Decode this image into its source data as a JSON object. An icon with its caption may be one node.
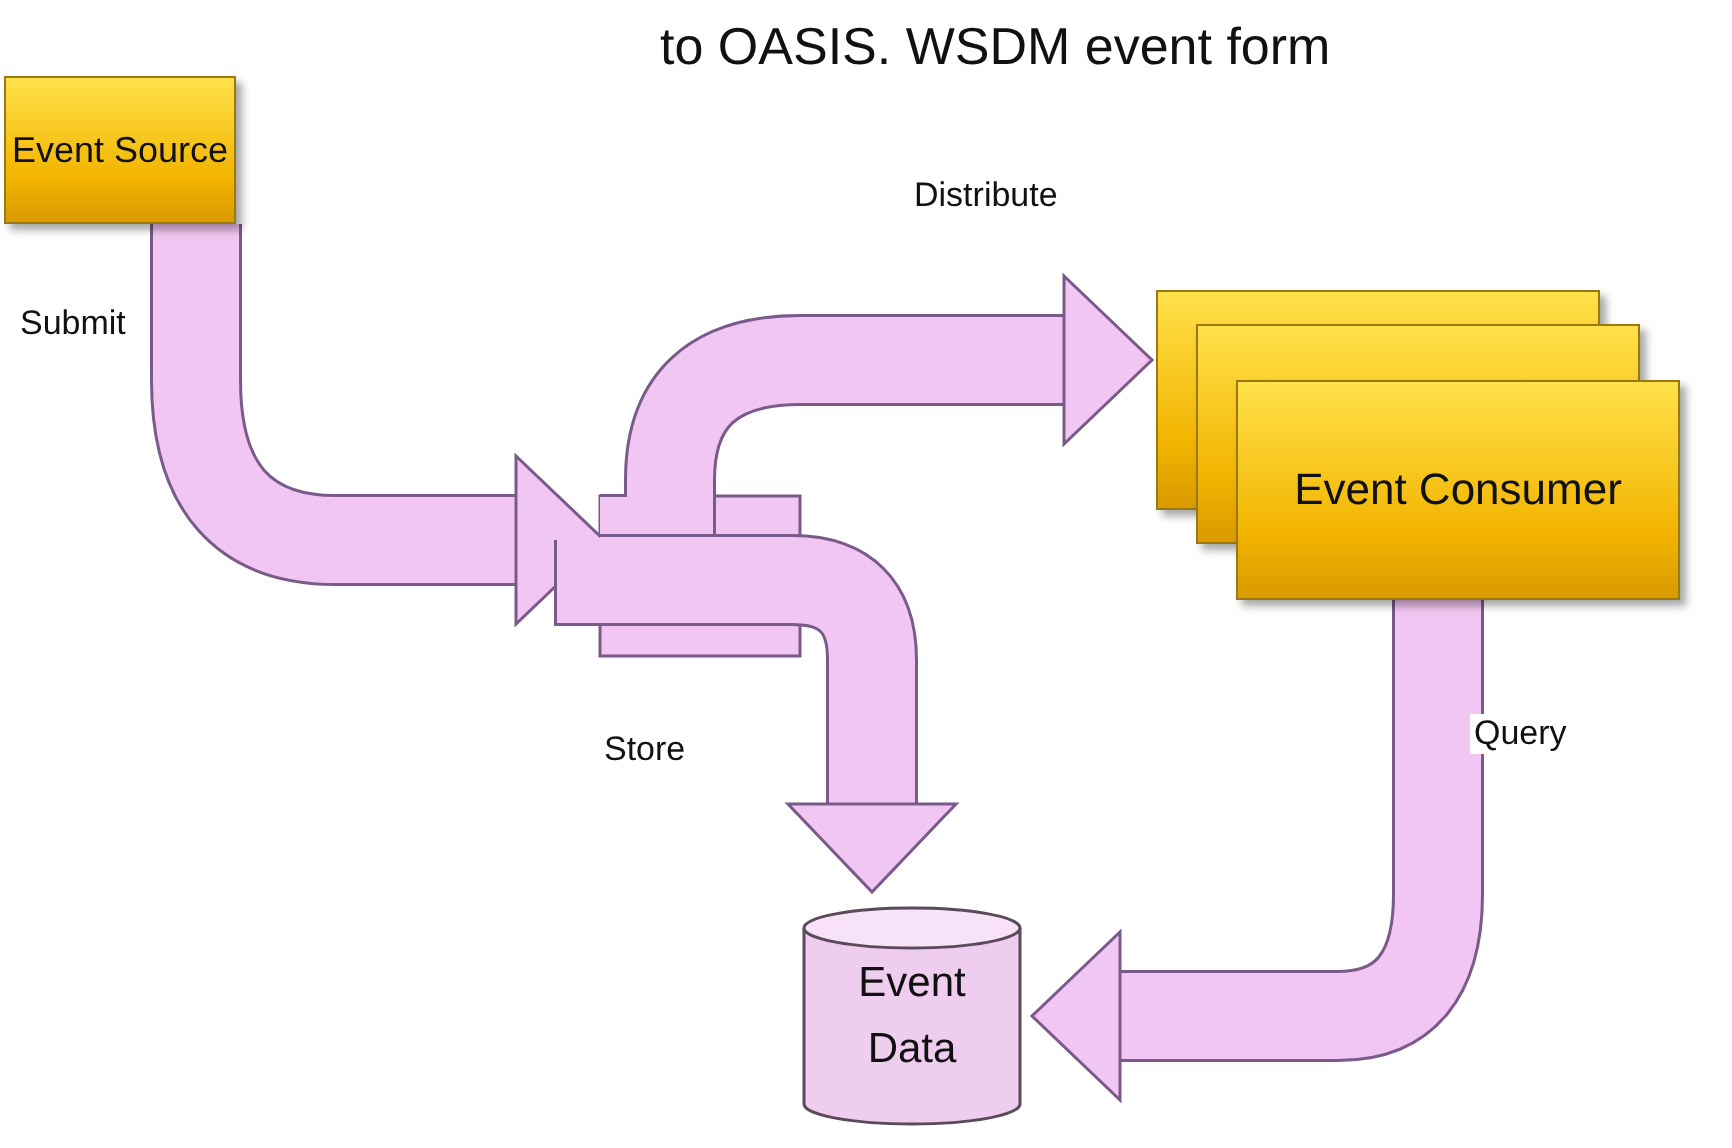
{
  "diagram": {
    "title": "to OASIS. WSDM event form",
    "nodes": [
      {
        "text": [
          "Event Source"
        ]
      },
      {
        "text": [
          "Event Consumer"
        ]
      },
      {
        "text": [
          "Event Data"
        ]
      }
    ],
    "edges": [
      {
        "from": 0,
        "to": 1,
        "arrow": "to",
        "label": "Distribute"
      },
      {
        "from": 0,
        "to": 2,
        "arrow": "to",
        "label": "Store"
      },
      {
        "from": 1,
        "to": 2,
        "arrow": "to",
        "label": "Query"
      }
    ],
    "labels": [
      "Submit"
    ]
  }
}
